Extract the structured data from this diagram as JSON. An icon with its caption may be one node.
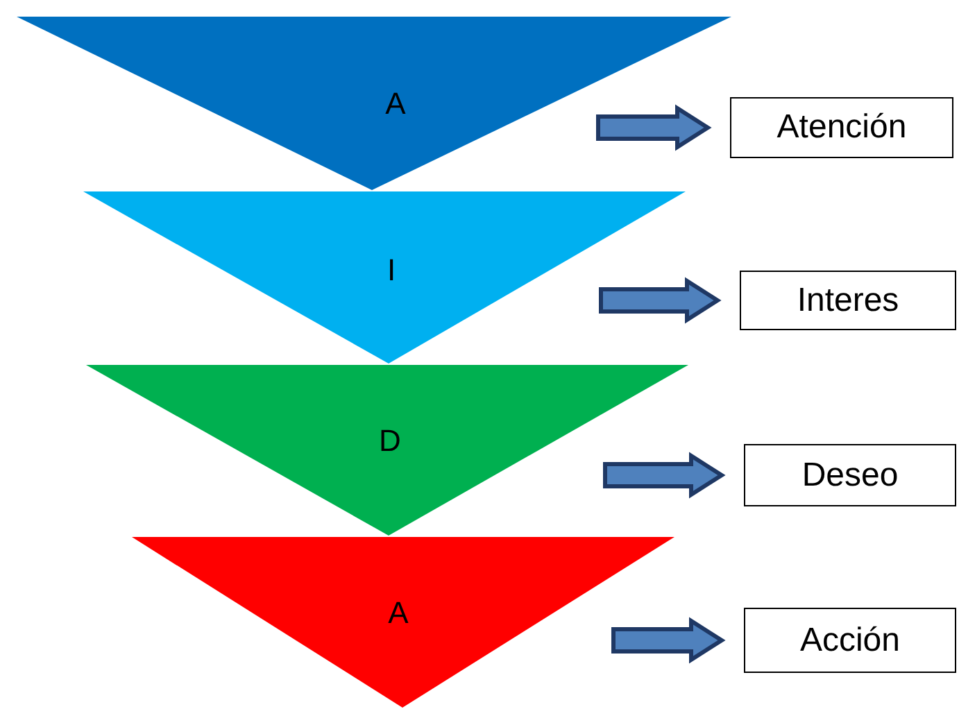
{
  "diagram": {
    "nodes": [
      {
        "text": [
          "A"
        ]
      },
      {
        "text": [
          "I"
        ]
      },
      {
        "text": [
          "D"
        ]
      },
      {
        "text": [
          "A"
        ]
      },
      {
        "text": [
          "Atención"
        ]
      },
      {
        "text": [
          "Interes"
        ]
      },
      {
        "text": [
          "Deseo"
        ]
      },
      {
        "text": [
          "Acción"
        ]
      }
    ],
    "edges": [
      {
        "from": 0,
        "to": 4,
        "arrow": "to",
        "style": "thick"
      },
      {
        "from": 1,
        "to": 5,
        "arrow": "to",
        "style": "thick"
      },
      {
        "from": 2,
        "to": 6,
        "arrow": "to",
        "style": "thick"
      },
      {
        "from": 3,
        "to": 7,
        "arrow": "to",
        "style": "thick"
      }
    ]
  }
}
